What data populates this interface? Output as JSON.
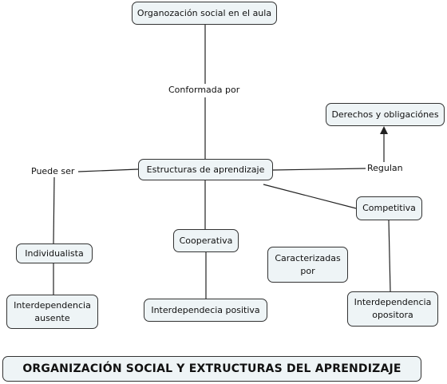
{
  "nodes": {
    "org_social": "Organozación social en el aula",
    "estructuras": "Estructuras de aprendizaje",
    "derechos": "Derechos y obligaciónes",
    "competitiva": "Competitiva",
    "individualista": "Individualista",
    "cooperativa": "Cooperativa",
    "caracterizadas": "Caracterizadas por",
    "inter_ausente": "Interdependencia ausente",
    "inter_positiva": "Interdependecia positiva",
    "inter_opositora": "Interdependencia opositora"
  },
  "link_labels": {
    "conformada": "Conformada por",
    "puede_ser": "Puede ser",
    "regulan": "Regulan"
  },
  "footer": {
    "title": "ORGANIZACIÓN SOCIAL Y EXTRUCTURAS DEL APRENDIZAJE"
  },
  "colors": {
    "node_fill": "#eef4f6",
    "node_border": "#333333",
    "line": "#222222"
  }
}
